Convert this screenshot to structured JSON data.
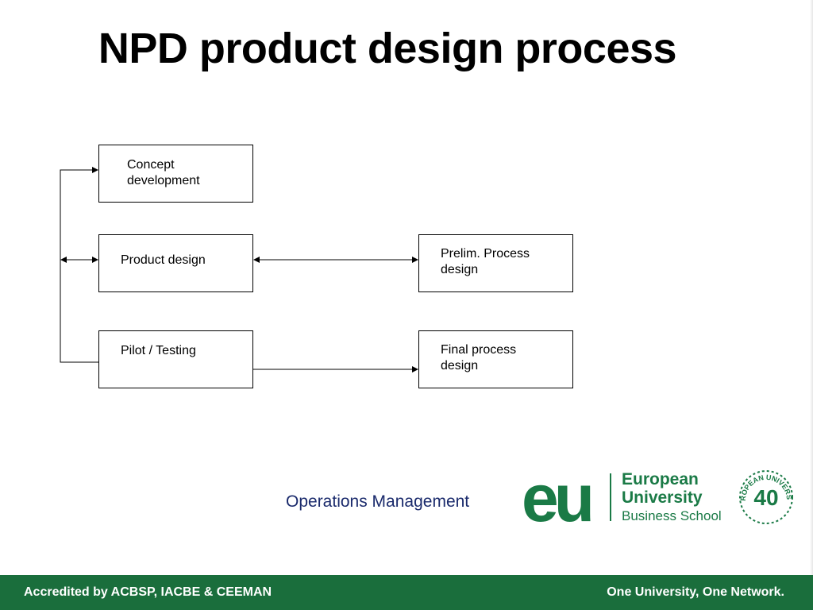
{
  "slide": {
    "title": "NPD product design process"
  },
  "diagram": {
    "boxes": {
      "concept": "Concept\ndevelopment",
      "product": "Product design",
      "pilot": "Pilot / Testing",
      "prelim": "Prelim. Process\ndesign",
      "final": "Final process\ndesign"
    }
  },
  "footer": {
    "course": "Operations Management",
    "logo": {
      "mark": "eu",
      "line1": "European",
      "line2": "University",
      "line3": "Business School",
      "badge_number": "40",
      "badge_ring": "EUROPEAN UNIVERSITY"
    },
    "accreditation": "Accredited by ACBSP, IACBE & CEEMAN",
    "tagline": "One University, One Network."
  },
  "colors": {
    "brand_green": "#1a6e3c",
    "course_text": "#1a2a6c"
  }
}
